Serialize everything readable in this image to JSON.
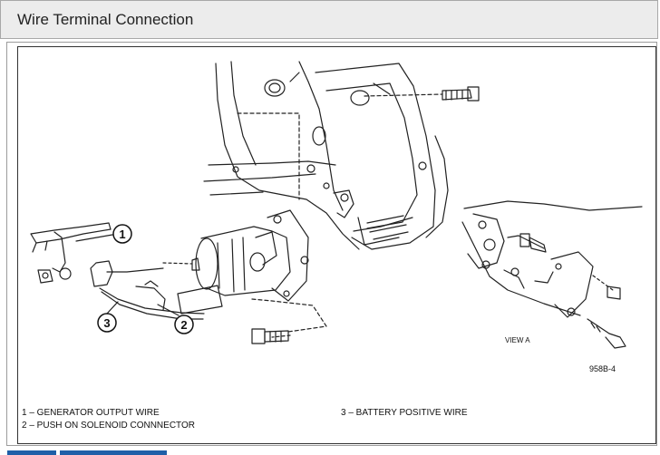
{
  "header": {
    "title": "Wire Terminal Connection"
  },
  "diagram": {
    "callouts": [
      "1",
      "2",
      "3"
    ],
    "view_label": "VIEW A",
    "figure_code": "958B-4",
    "legend": [
      {
        "text": "1 – GENERATOR OUTPUT WIRE"
      },
      {
        "text": "2 – PUSH ON SOLENOID CONNNECTOR"
      },
      {
        "text": "3 – BATTERY POSITIVE WIRE"
      }
    ]
  }
}
